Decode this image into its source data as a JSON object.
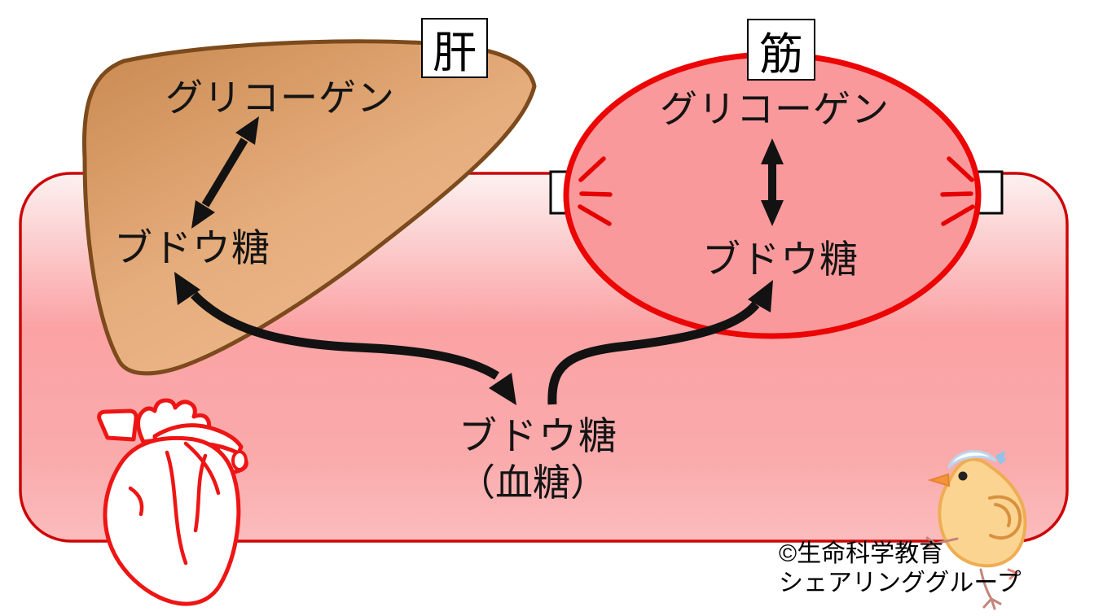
{
  "diagram": {
    "title_meaning": "Glycogen and blood-glucose exchange between liver and muscle",
    "organs": {
      "liver": {
        "tag": "肝",
        "glycogen": "グリコーゲン",
        "glucose": "ブドウ糖",
        "fill_color": "#D3934F",
        "stroke_color": "#7C4A1C"
      },
      "muscle": {
        "tag": "筋",
        "glycogen": "グリコーゲン",
        "glucose": "ブドウ糖",
        "fill_color": "#FA999B",
        "stroke_color": "#EC0505"
      }
    },
    "blood": {
      "glucose": "ブドウ糖",
      "glucose_note": "（血糖）",
      "vessel_fill_top": "#FDF0F0",
      "vessel_fill_bottom": "#FBBCBD",
      "vessel_stroke": "#CC0606"
    },
    "arrows": {
      "liver_glycogen_glucose": "double-headed",
      "muscle_glycogen_glucose": "double-headed",
      "liver_blood": "double-headed curved",
      "blood_muscle": "single-headed curved",
      "color": "#121212"
    },
    "emphasis_marks_color": "#E60000",
    "icons": {
      "heart": "heart-illustration",
      "chick": "chick-illustration"
    },
    "credit": {
      "line1": "©生命科学教育",
      "line2": "シェアリンググループ"
    }
  }
}
